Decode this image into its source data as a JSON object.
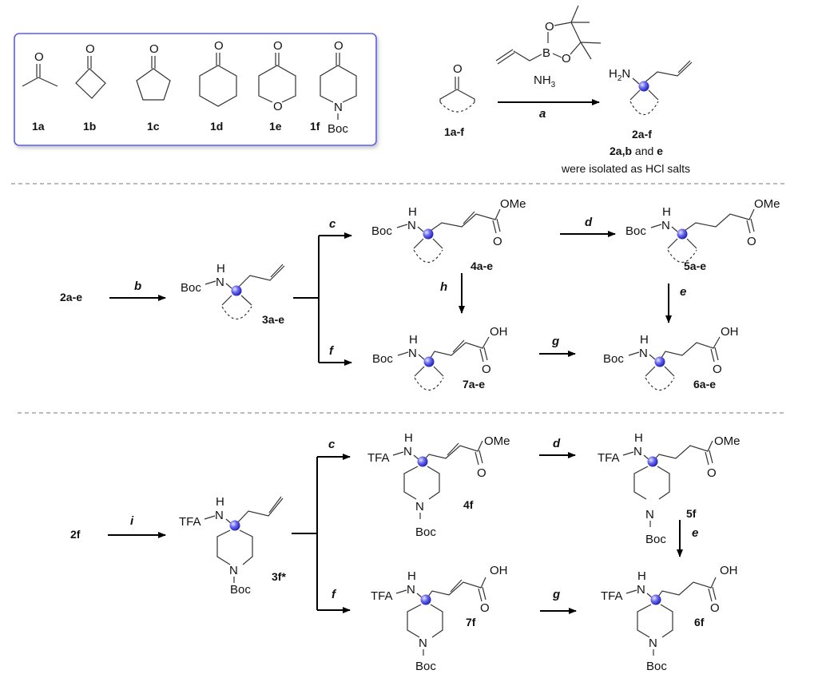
{
  "starting_materials_box": {
    "items": [
      {
        "label": "1a",
        "structure": "acetone"
      },
      {
        "label": "1b",
        "structure": "cyclobutanone"
      },
      {
        "label": "1c",
        "structure": "cyclopentanone"
      },
      {
        "label": "1d",
        "structure": "cyclohexanone"
      },
      {
        "label": "1e",
        "structure": "tetrahydro-4H-pyran-4-one"
      },
      {
        "label": "1f",
        "structure": "N-Boc-4-piperidone",
        "protecting_group": "Boc"
      }
    ],
    "border_color": "#5b5bf0"
  },
  "atoms": {
    "O": "O",
    "N": "N",
    "H": "H",
    "B": "B",
    "H2N_H": "H",
    "H2N_sub": "2",
    "H2N_N": "N",
    "NH3_NH": "NH",
    "NH3_sub": "3",
    "Boc": "Boc",
    "TFA": "TFA",
    "OMe": "OMe",
    "OH": "OH"
  },
  "step1": {
    "reactant_label": "1a-f",
    "product_label": "2a-f",
    "reagent": "allylboronic acid pinacol ester",
    "reagent_2": "NH3",
    "condition": "a",
    "note_bold_1": "2a,b",
    "note_plain_1": " and ",
    "note_bold_2": "e",
    "note_line2": "were isolated as HCl salts"
  },
  "section2": {
    "start_label": "2a-e",
    "cond_b": "b",
    "intermediate_label": "3a-e",
    "cond_c": "c",
    "cond_f": "f",
    "cond_d": "d",
    "cond_h": "h",
    "cond_e": "e",
    "cond_g": "g",
    "labels": {
      "4": "4a-e",
      "5": "5a-e",
      "7": "7a-e",
      "6": "6a-e"
    }
  },
  "section3": {
    "start_label": "2f",
    "cond_i": "i",
    "intermediate_label": "3f*",
    "cond_c": "c",
    "cond_f": "f",
    "cond_d": "d",
    "cond_e": "e",
    "cond_g": "g",
    "labels": {
      "4": "4f",
      "5": "5f",
      "7": "7f",
      "6": "6f"
    }
  },
  "colors": {
    "sphere": "#3a3ad8",
    "box_border": "#5b5bf0"
  }
}
